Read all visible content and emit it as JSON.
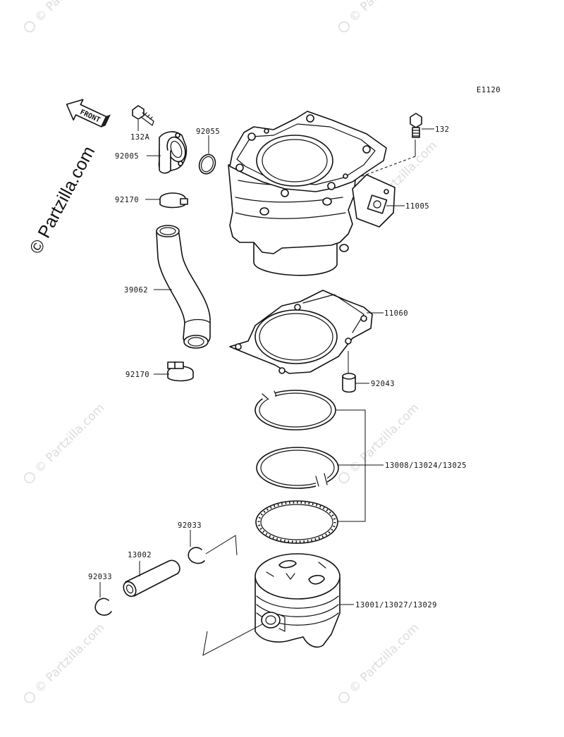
{
  "diagram_code": "E1120",
  "front_label": "FRONT",
  "watermarks": {
    "main": "© Partzilla.com",
    "repeat": "© Partzilla.com"
  },
  "parts": {
    "bolt_132": "132",
    "bolt_132a": "132A",
    "fitting_92005": "92005",
    "oring_92055": "92055",
    "cylinder_11005": "11005",
    "clamp_upper_92170": "92170",
    "hose_39062": "39062",
    "gasket_11060": "11060",
    "clamp_lower_92170": "92170",
    "dowel_92043": "92043",
    "rings": "13008/13024/13025",
    "circlip_right_92033": "92033",
    "pin_13002": "13002",
    "circlip_left_92033": "92033",
    "piston": "13001/13027/13029"
  },
  "colors": {
    "line": "#111111",
    "watermark": "#d8d8d8"
  }
}
